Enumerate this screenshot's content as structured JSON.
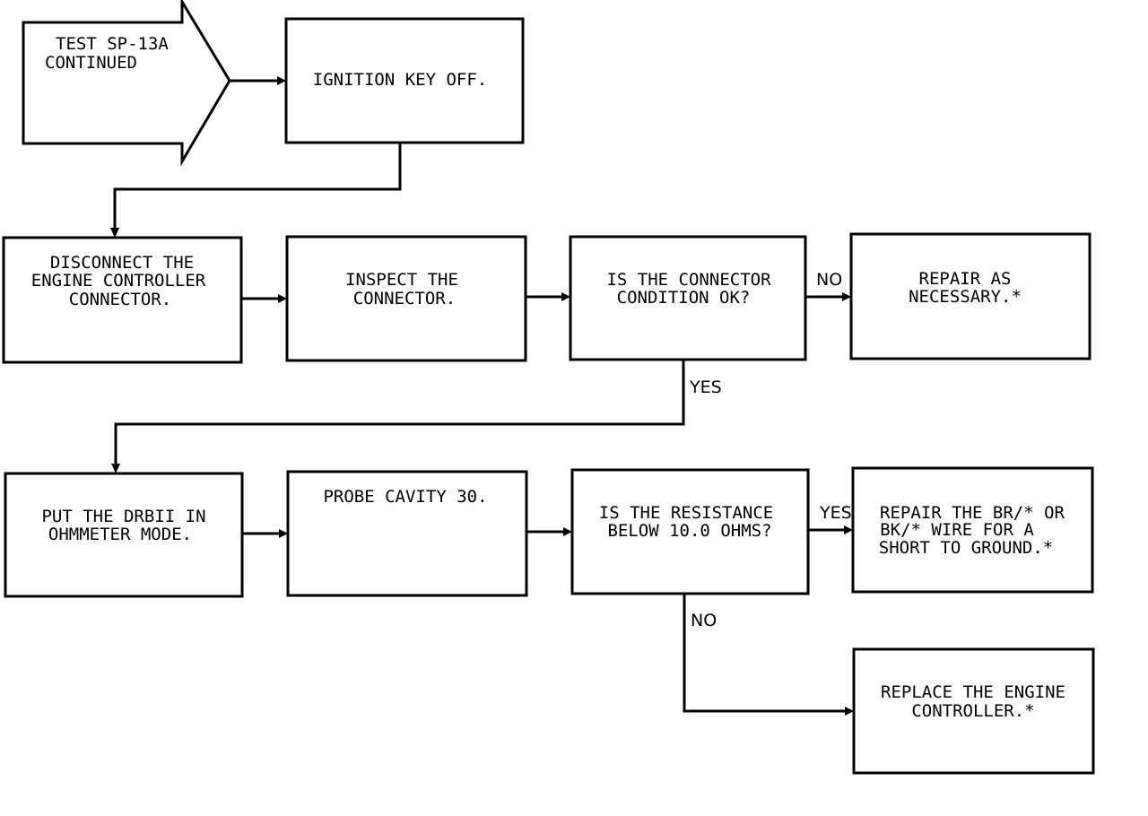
{
  "nodes": {
    "start": [
      "TEST SP-13A",
      "CONTINUED"
    ],
    "ignition_off": [
      "IGNITION KEY OFF."
    ],
    "disconnect": [
      "DISCONNECT THE",
      "ENGINE CONTROLLER",
      "CONNECTOR."
    ],
    "inspect": [
      "INSPECT THE",
      "CONNECTOR."
    ],
    "connector_ok": [
      "IS THE CONNECTOR",
      "CONDITION OK?"
    ],
    "repair_connector": [
      "REPAIR AS",
      "NECESSARY.*"
    ],
    "ohmmeter": [
      "PUT THE DRBII IN",
      "OHMMETER MODE."
    ],
    "probe": [
      "PROBE CAVITY 30."
    ],
    "resistance": [
      "IS THE RESISTANCE",
      "BELOW 10.0 OHMS?"
    ],
    "repair_wire": [
      "REPAIR THE BR/* OR",
      "BK/* WIRE FOR A",
      "SHORT TO GROUND.*"
    ],
    "replace_controller": [
      "REPLACE THE ENGINE",
      "CONTROLLER.*"
    ]
  },
  "edges": {
    "connector_no": "NO",
    "connector_yes": "YES",
    "resistance_yes": "YES",
    "resistance_no": "NO"
  }
}
